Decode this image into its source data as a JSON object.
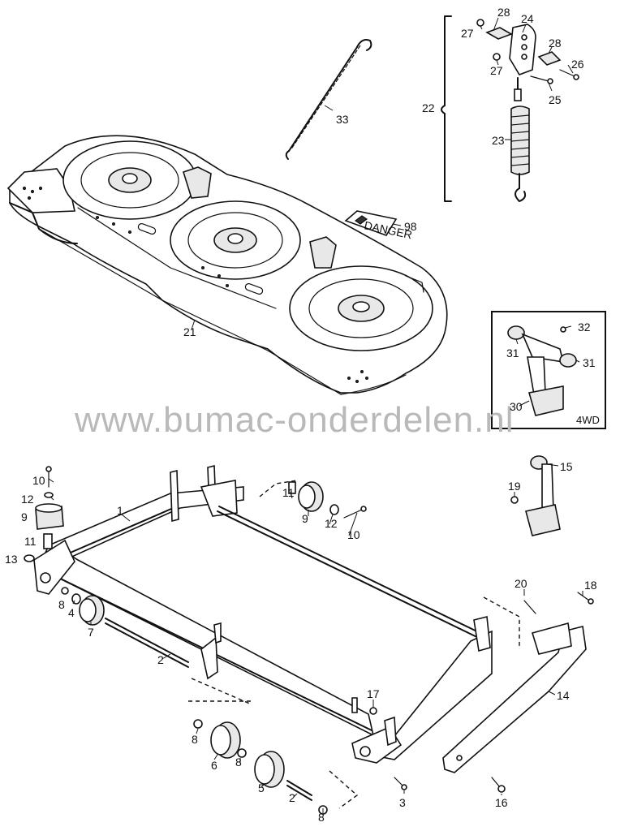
{
  "watermark": "www.bumac-onderdelen.nl",
  "inset_tag": "4WD",
  "decal_text": "DANGER",
  "callouts": [
    {
      "id": "c28a",
      "text": "28"
    },
    {
      "id": "c24",
      "text": "24"
    },
    {
      "id": "c27a",
      "text": "27"
    },
    {
      "id": "c28b",
      "text": "28"
    },
    {
      "id": "c27b",
      "text": "27"
    },
    {
      "id": "c26",
      "text": "26"
    },
    {
      "id": "c25",
      "text": "25"
    },
    {
      "id": "c22",
      "text": "22"
    },
    {
      "id": "c23",
      "text": "23"
    },
    {
      "id": "c33",
      "text": "33"
    },
    {
      "id": "c98",
      "text": "98"
    },
    {
      "id": "c21",
      "text": "21"
    },
    {
      "id": "c32",
      "text": "32"
    },
    {
      "id": "c31a",
      "text": "31"
    },
    {
      "id": "c31b",
      "text": "31"
    },
    {
      "id": "c30",
      "text": "30"
    },
    {
      "id": "c10a",
      "text": "10"
    },
    {
      "id": "c12a",
      "text": "12"
    },
    {
      "id": "c9a",
      "text": "9"
    },
    {
      "id": "c11a",
      "text": "11"
    },
    {
      "id": "c13",
      "text": "13"
    },
    {
      "id": "c1",
      "text": "1"
    },
    {
      "id": "c11b",
      "text": "11"
    },
    {
      "id": "c9b",
      "text": "9"
    },
    {
      "id": "c12b",
      "text": "12"
    },
    {
      "id": "c10b",
      "text": "10"
    },
    {
      "id": "c15",
      "text": "15"
    },
    {
      "id": "c19",
      "text": "19"
    },
    {
      "id": "c8a",
      "text": "8"
    },
    {
      "id": "c4",
      "text": "4"
    },
    {
      "id": "c7",
      "text": "7"
    },
    {
      "id": "c2a",
      "text": "2"
    },
    {
      "id": "c20",
      "text": "20"
    },
    {
      "id": "c18",
      "text": "18"
    },
    {
      "id": "c14",
      "text": "14"
    },
    {
      "id": "c17",
      "text": "17"
    },
    {
      "id": "c8b",
      "text": "8"
    },
    {
      "id": "c6",
      "text": "6"
    },
    {
      "id": "c8c",
      "text": "8"
    },
    {
      "id": "c5",
      "text": "5"
    },
    {
      "id": "c2b",
      "text": "2"
    },
    {
      "id": "c8d",
      "text": "8"
    },
    {
      "id": "c3",
      "text": "3"
    },
    {
      "id": "c16",
      "text": "16"
    }
  ]
}
